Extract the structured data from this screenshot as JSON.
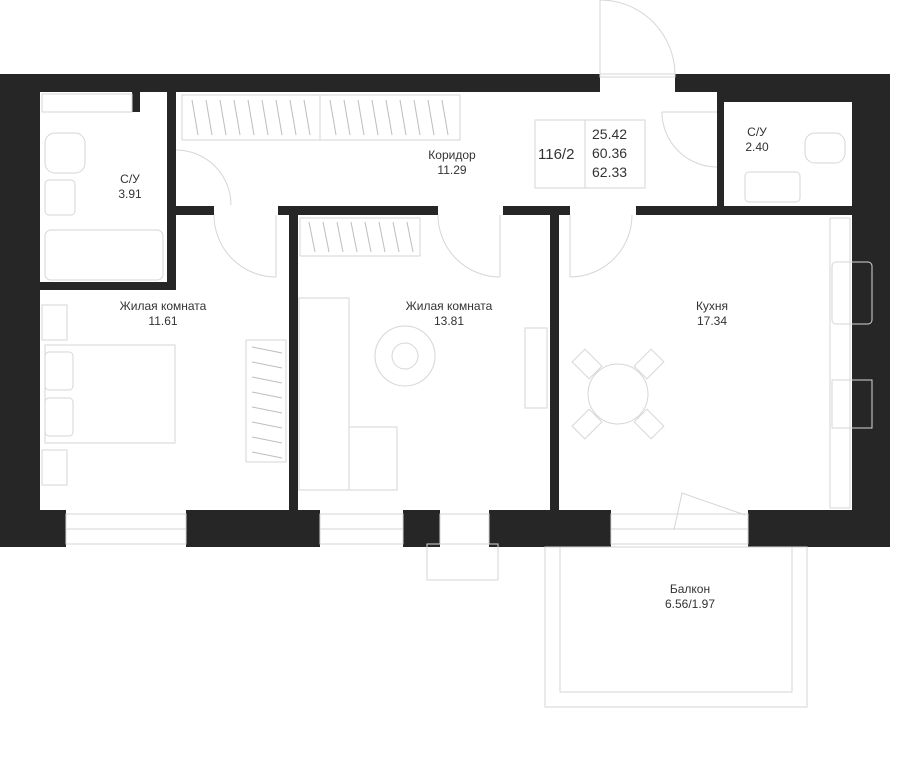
{
  "apartment": {
    "number": "116/2",
    "areas": [
      "25.42",
      "60.36",
      "62.33"
    ]
  },
  "rooms": {
    "bathroom_left": {
      "name": "С/У",
      "area": "3.91"
    },
    "corridor": {
      "name": "Коридор",
      "area": "11.29"
    },
    "bathroom_right": {
      "name": "С/У",
      "area": "2.40"
    },
    "bedroom_left": {
      "name": "Жилая комната",
      "area": "11.61"
    },
    "bedroom_mid": {
      "name": "Жилая комната",
      "area": "13.81"
    },
    "kitchen": {
      "name": "Кухня",
      "area": "17.34"
    },
    "balcony": {
      "name": "Балкон",
      "area": "6.56/1.97"
    }
  },
  "colors": {
    "wall": "#262626",
    "line": "#d6d6d6",
    "furniture": "#cfcfcf",
    "text": "#333333"
  }
}
